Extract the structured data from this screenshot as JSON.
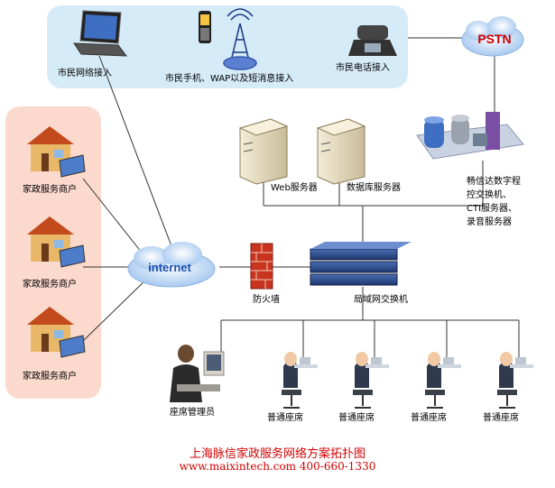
{
  "labels": {
    "citizen_network": "市民网络接入",
    "citizen_mobile": "市民手机、WAP以及短消息接入",
    "citizen_phone": "市民电话接入",
    "pstn": "PSTN",
    "web_server": "Web服务器",
    "db_server": "数据库服务器",
    "cti_server_lines": [
      "畅信达数字程",
      "控交换机、",
      "CTI服务器、",
      "录音服务器"
    ],
    "vendor": "家政服务商户",
    "internet": "internet",
    "firewall": "防火墙",
    "lan_switch": "局域网交换机",
    "seat_manager": "座席管理员",
    "seat": "普通座席"
  },
  "footer": {
    "title": "上海脉信家政服务网络方案拓扑图",
    "contact": "www.maixintech.com 400-660-1330"
  },
  "colors": {
    "top_panel": "#d6ebf8",
    "left_panel": "#fbd9cd",
    "title_red": "#d10000",
    "cloud_blue": "#1a4fb0"
  }
}
